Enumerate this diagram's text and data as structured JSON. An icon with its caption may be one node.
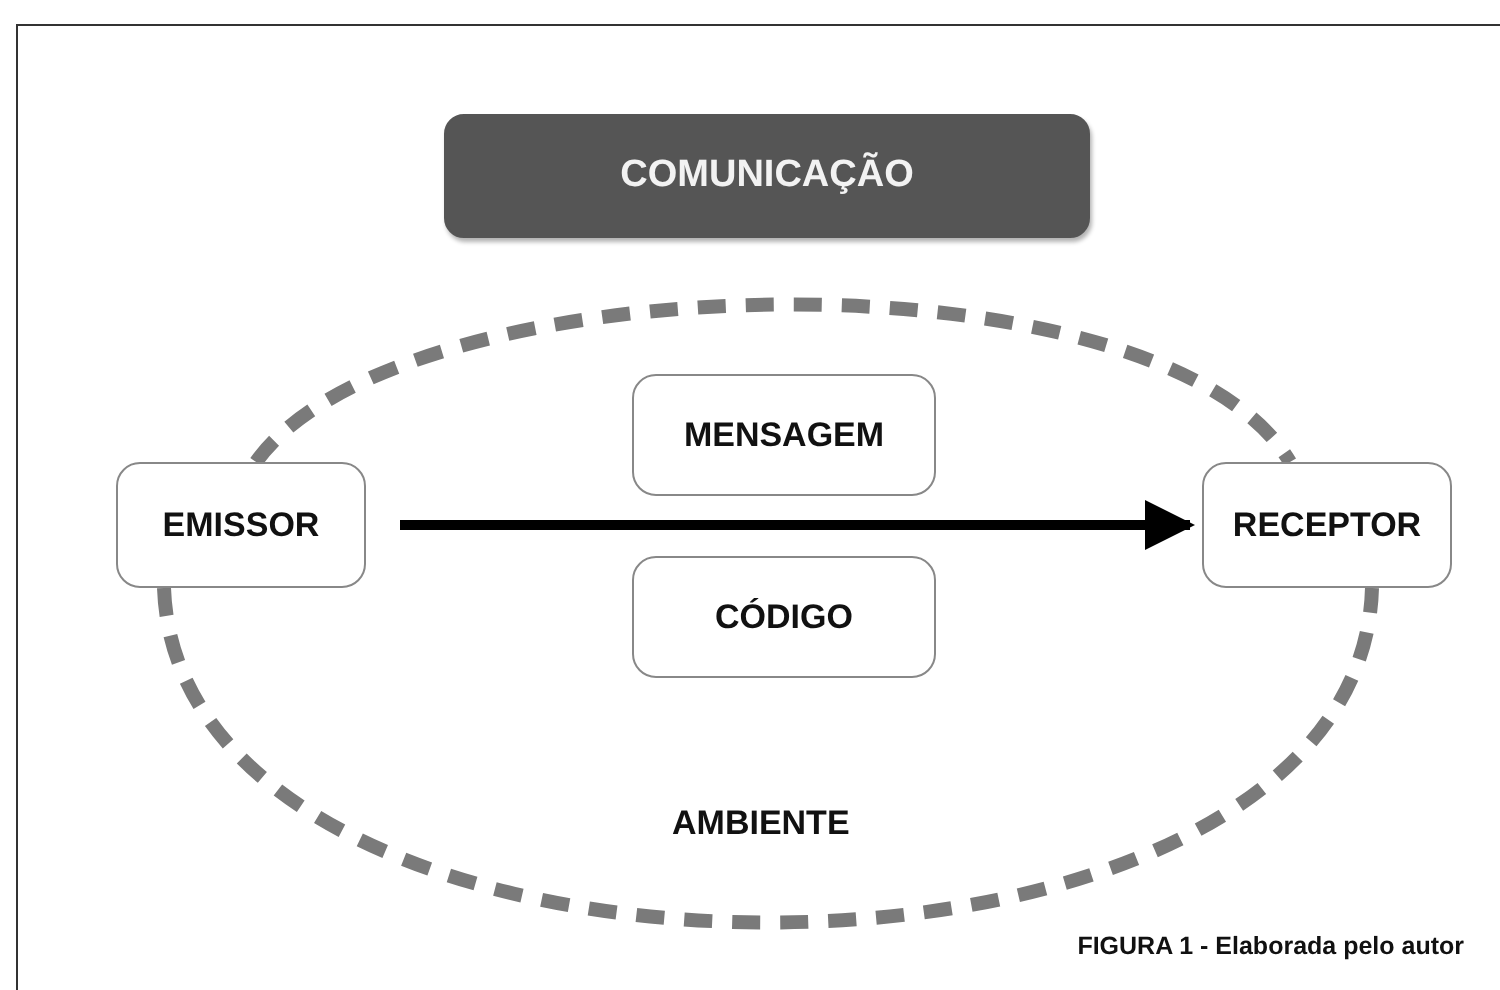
{
  "diagram": {
    "nodes": [
      {
        "text": [
          "COMUNICAÇÃO"
        ]
      },
      {
        "text": [
          "MENSAGEM"
        ]
      },
      {
        "text": [
          "EMISSOR"
        ]
      },
      {
        "text": [
          "RECEPTOR"
        ]
      },
      {
        "text": [
          "CÓDIGO"
        ]
      }
    ],
    "edges": [
      {
        "from": 2,
        "to": 3,
        "arrow": "to",
        "color": "#000000"
      },
      {
        "from": 2,
        "to": 3,
        "arrow": "none",
        "style": "dashed"
      },
      {
        "from": 2,
        "to": 3,
        "arrow": "none",
        "style": "dashed"
      }
    ],
    "labels": [
      "AMBIENTE"
    ],
    "caption": "FIGURA 1 - Elaborada pelo autor"
  }
}
